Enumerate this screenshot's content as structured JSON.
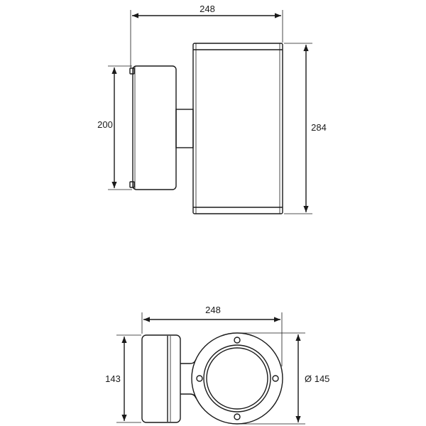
{
  "side_view": {
    "width_label": "248",
    "height_bracket_label": "200",
    "height_body_label": "284"
  },
  "top_view": {
    "width_label": "248",
    "height_bracket_label": "143",
    "diameter_label": "Ø 145"
  },
  "colors": {
    "line": "#1a1a1a",
    "background": "#ffffff"
  }
}
